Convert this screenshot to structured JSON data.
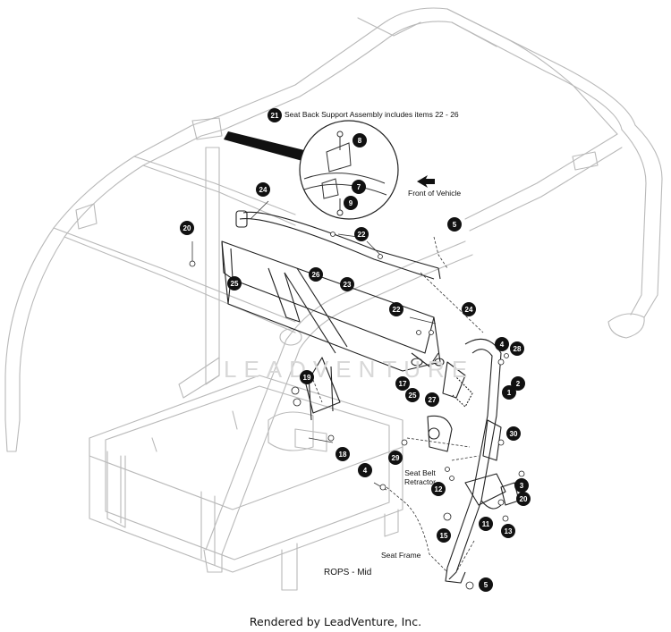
{
  "header_note": {
    "number": "21",
    "text": "Seat Back Support Assembly includes items 22 - 26"
  },
  "labels": {
    "front_of_vehicle": "Front of Vehicle",
    "seat_belt_retractor": "Seat Belt\nRetractor",
    "seat_frame": "Seat Frame",
    "rops_mid": "ROPS - Mid"
  },
  "watermark": "LEADVENTURE",
  "footer": "Rendered by LeadVenture, Inc.",
  "callouts": [
    {
      "id": "c8",
      "num": "8"
    },
    {
      "id": "c7",
      "num": "7"
    },
    {
      "id": "c9",
      "num": "9"
    },
    {
      "id": "c24a",
      "num": "24"
    },
    {
      "id": "c20a",
      "num": "20"
    },
    {
      "id": "c22a",
      "num": "22"
    },
    {
      "id": "c5a",
      "num": "5"
    },
    {
      "id": "c25a",
      "num": "25"
    },
    {
      "id": "c26",
      "num": "26"
    },
    {
      "id": "c23",
      "num": "23"
    },
    {
      "id": "c22b",
      "num": "22"
    },
    {
      "id": "c24b",
      "num": "24"
    },
    {
      "id": "c4a",
      "num": "4"
    },
    {
      "id": "c28",
      "num": "28"
    },
    {
      "id": "c1",
      "num": "1"
    },
    {
      "id": "c2",
      "num": "2"
    },
    {
      "id": "c19",
      "num": "19"
    },
    {
      "id": "c17",
      "num": "17"
    },
    {
      "id": "c25b",
      "num": "25"
    },
    {
      "id": "c27",
      "num": "27"
    },
    {
      "id": "c30",
      "num": "30"
    },
    {
      "id": "c29",
      "num": "29"
    },
    {
      "id": "c18",
      "num": "18"
    },
    {
      "id": "c4b",
      "num": "4"
    },
    {
      "id": "c12",
      "num": "12"
    },
    {
      "id": "c3",
      "num": "3"
    },
    {
      "id": "c20b",
      "num": "20"
    },
    {
      "id": "c11",
      "num": "11"
    },
    {
      "id": "c15",
      "num": "15"
    },
    {
      "id": "c13",
      "num": "13"
    },
    {
      "id": "c5b",
      "num": "5"
    }
  ]
}
